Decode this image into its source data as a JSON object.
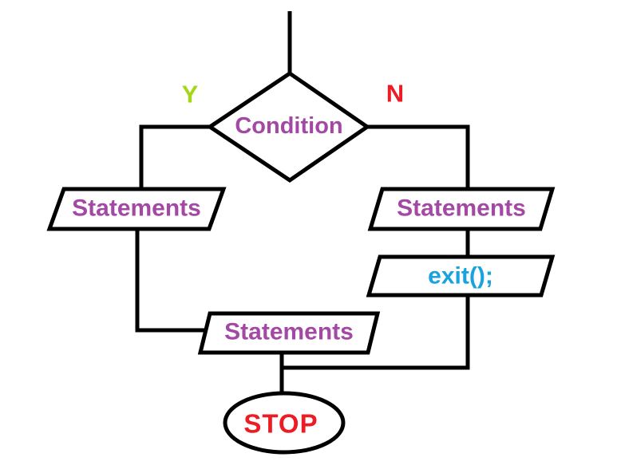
{
  "diagram": {
    "type": "flowchart",
    "background": "#ffffff",
    "colors": {
      "line": "#000000",
      "shape_fill": "#ffffff",
      "condition_label": "#a349a4",
      "statements_label": "#a349a4",
      "exit_label": "#18a3dc",
      "yes_label": "#a6d51a",
      "no_label": "#ec1c24",
      "stop_label": "#ec1c24"
    },
    "edge_labels": {
      "yes": "Y",
      "no": "N"
    },
    "nodes": {
      "condition": {
        "type": "decision",
        "label": "Condition"
      },
      "statements_left": {
        "type": "io",
        "label": "Statements"
      },
      "statements_right": {
        "type": "io",
        "label": "Statements"
      },
      "exit_call": {
        "type": "io",
        "label": "exit();"
      },
      "statements_bottom": {
        "type": "io",
        "label": "Statements"
      },
      "stop": {
        "type": "terminator",
        "label": "STOP"
      }
    }
  }
}
